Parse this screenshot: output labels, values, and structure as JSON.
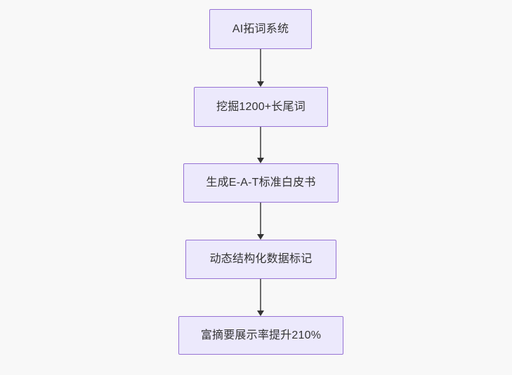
{
  "diagram": {
    "type": "flowchart",
    "orientation": "top-to-bottom",
    "background_color": "#f8f8f8",
    "node_fill_color": "#ece9fc",
    "node_border_color": "#9672d4",
    "node_text_color": "#333333",
    "edge_color": "#6b6b6b",
    "arrow_color": "#333333",
    "nodes": [
      {
        "id": "node-1",
        "label": "AI拓词系统"
      },
      {
        "id": "node-2",
        "label": "挖掘1200+长尾词"
      },
      {
        "id": "node-3",
        "label": "生成E-A-T标准白皮书"
      },
      {
        "id": "node-4",
        "label": "动态结构化数据标记"
      },
      {
        "id": "node-5",
        "label": "富摘要展示率提升210%"
      }
    ],
    "edges": [
      {
        "id": "edge-1",
        "from": "node-1",
        "to": "node-2",
        "arrowhead": "arrow-down-icon"
      },
      {
        "id": "edge-2",
        "from": "node-2",
        "to": "node-3",
        "arrowhead": "arrow-down-icon"
      },
      {
        "id": "edge-3",
        "from": "node-3",
        "to": "node-4",
        "arrowhead": "arrow-down-icon"
      },
      {
        "id": "edge-4",
        "from": "node-4",
        "to": "node-5",
        "arrowhead": "arrow-down-icon"
      }
    ]
  }
}
